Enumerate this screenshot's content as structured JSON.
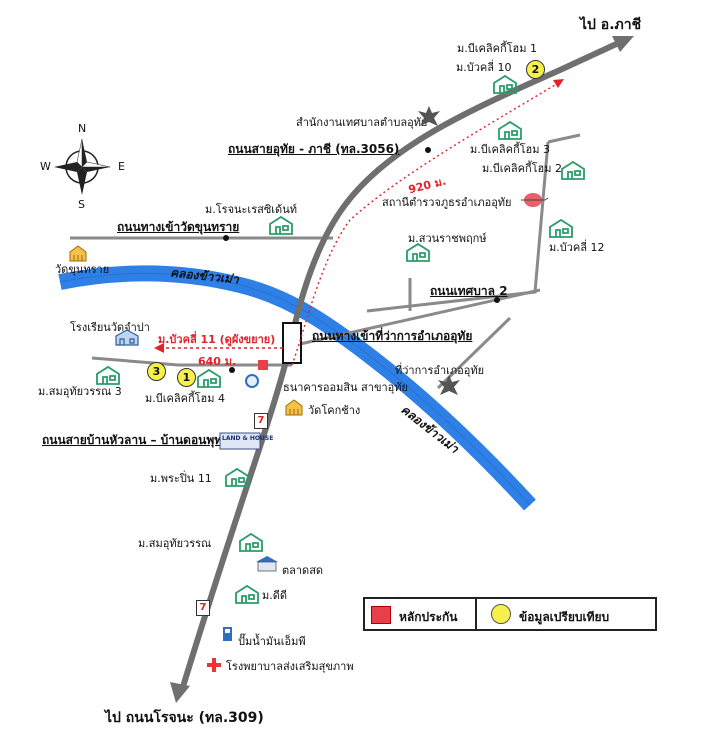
{
  "destinations": {
    "north": "ไป อ.ภาชี",
    "south": "ไป ถนนโรจนะ (ทล.309)"
  },
  "compass": {
    "n": "N",
    "s": "S",
    "e": "E",
    "w": "W"
  },
  "roads": {
    "uthai_phachi": "ถนนสายอุทัย - ภาชี (ทล.3056)",
    "wat_khun_sai": "ถนนทางเข้าวัดขุนทราย",
    "thesaban_2": "ถนนเทศบาล 2",
    "amphoe_uthai": "ถนนทางเข้าที่ว่าการอำเภออุทัย",
    "hua_lan": "ถนนสายบ้านหัวลาน – บ้านดอนพุทรา"
  },
  "canals": [
    "คลองข้าวเม่า",
    "คลองข้าวเม่า"
  ],
  "distances": {
    "d920": "920 ม.",
    "d640": "640 ม.",
    "soi": "ม.บัวคลี่ 11 (ดูผังขยาย)"
  },
  "places": {
    "m_beeclickhome1": "ม.บีเคลิคกี้โฮม 1",
    "m_buakhli10": "ม.บัวคลี่ 10",
    "thesaban_office": "สำนักงานเทศบาลตำบลอุทัย",
    "m_beeclickhome3": "ม.บีเคลิคกี้โฮม 3",
    "m_beeclickhome2": "ม.บีเคลิคกี้โฮม 2",
    "police": "สถานีตำรวจภูธรอำเภออุทัย",
    "m_rojana_residence": "ม.โรจนะเรสซิเด้นท์",
    "m_suanratchaphruek": "ม.สวนราชพฤกษ์",
    "m_buakhli12": "ม.บัวคลี่ 12",
    "wat_khun_sai": "วัดขุนทราย",
    "school": "โรงเรียนวัดจำปา",
    "amphoe_office": "ที่ว่าการอำเภออุทัย",
    "m_somuthaiwan3": "ม.สมอุทัยวรรณ 3",
    "m_beeclickhome4": "ม.บีเคลิคกี้โฮม 4",
    "bank": "ธนาคารออมสิน สาขาอุทัย",
    "wat_khok_chang": "วัดโคกช้าง",
    "m_phrapin11": "ม.พระปิ่น 11",
    "m_somuthaiwan": "ม.สมอุทัยวรรณ",
    "market": "ตลาดสด",
    "m_didi": "ม.ดีดี",
    "gas": "ปั๊มน้ำมันเอ็มพี",
    "hospital": "โรงพยาบาลส่งเสริมสุขภาพ",
    "seven1": "7",
    "seven2": "7",
    "billboard": "LAND & HOUSE"
  },
  "markers": {
    "m1": "1",
    "m2": "2",
    "m3": "3"
  },
  "legend": {
    "collateral": "หลักประกัน",
    "comparison": "ข้อมูลเปรียบเทียบ"
  },
  "colors": {
    "canal": "#2e7fe6",
    "road": "#8a8a8a",
    "road_main": "#6f6f6f",
    "route": "#e0222a",
    "house": "#2a9d6a",
    "marker_fill": "#f6f04a",
    "legend_red": "#e8404a"
  }
}
